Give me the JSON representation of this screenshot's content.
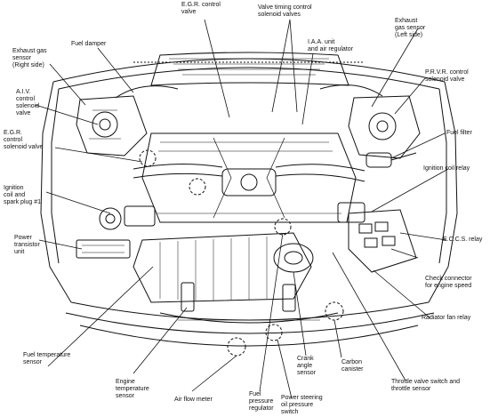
{
  "colors": {
    "ink": "#111111",
    "paper": "#ffffff"
  },
  "labels": {
    "egr_control_valve": "E.G.R. control\nvalve",
    "valve_timing": "Valve timing control\nsolenoid valves",
    "exhaust_gas_left": "Exhaust\ngas sensor\n(Left side)",
    "fuel_damper": "Fuel damper",
    "exhaust_gas_right": "Exhaust gas\nsensor\n(Right side)",
    "iaa_unit": "I.A.A. unit\nand air regulator",
    "prvr": "P.R.V.R. control\nsolenoid valve",
    "aiv": "A.I.V.\ncontrol\nsolenoid\nvalve",
    "egr_solenoid": "E.G.R.\ncontrol\nsolenoid valve",
    "fuel_filter": "Fuel filter",
    "ignition_coil_relay": "Ignition coil relay",
    "ignition_coil_spark": "Ignition\ncoil and\nspark plug #1",
    "power_transistor": "Power\ntransistor\nunit",
    "eccs_relay": "E.C.C.S. relay",
    "check_connector": "Check connector\nfor engine speed",
    "radiator_fan": "Radiator fan relay",
    "fuel_temp": "Fuel temperature\nsensor",
    "engine_temp": "Engine\ntemperature\nsensor",
    "air_flow": "Air flow meter",
    "fuel_pressure": "Fuel\npressure\nregulator",
    "power_steering": "Power steering\noil pressure\nswitch",
    "crank_angle": "Crank\nangle\nsensor",
    "carbon_canister": "Carbon\ncanister",
    "throttle_valve": "Throttle valve switch and\nthrottle sensor"
  }
}
